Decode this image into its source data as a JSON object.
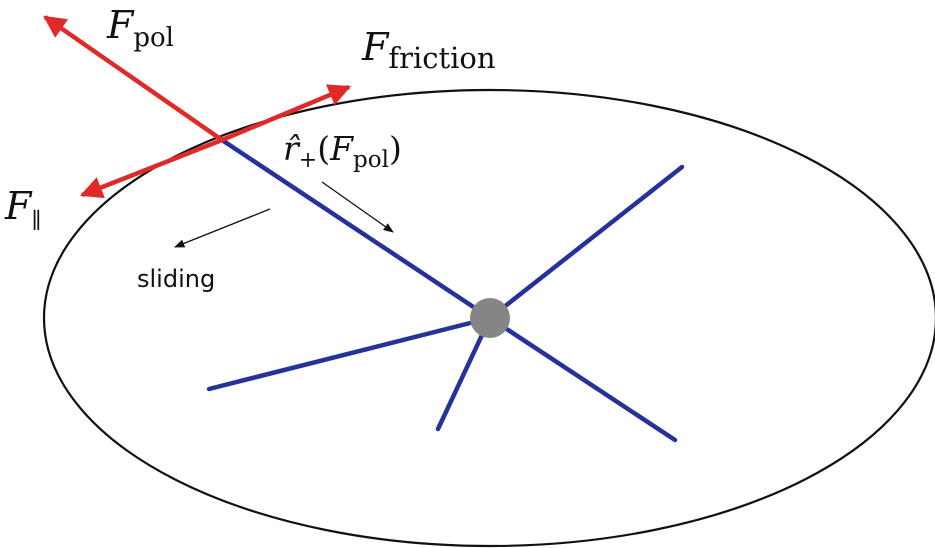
{
  "labels": {
    "f_pol": {
      "symbol": "F",
      "subscript": "pol"
    },
    "f_friction": {
      "symbol": "F",
      "subscript": "friction"
    },
    "f_parallel": {
      "symbol": "F",
      "subscript": "∥"
    },
    "r_plus": {
      "hat": "r̂",
      "sub": "+",
      "open": "(",
      "symbol": "F",
      "subscript": "pol",
      "close": ")"
    },
    "sliding": "sliding"
  },
  "colors": {
    "force": "#e02a2a",
    "filament": "#27319a",
    "center": "#858585",
    "outline": "#111111"
  }
}
